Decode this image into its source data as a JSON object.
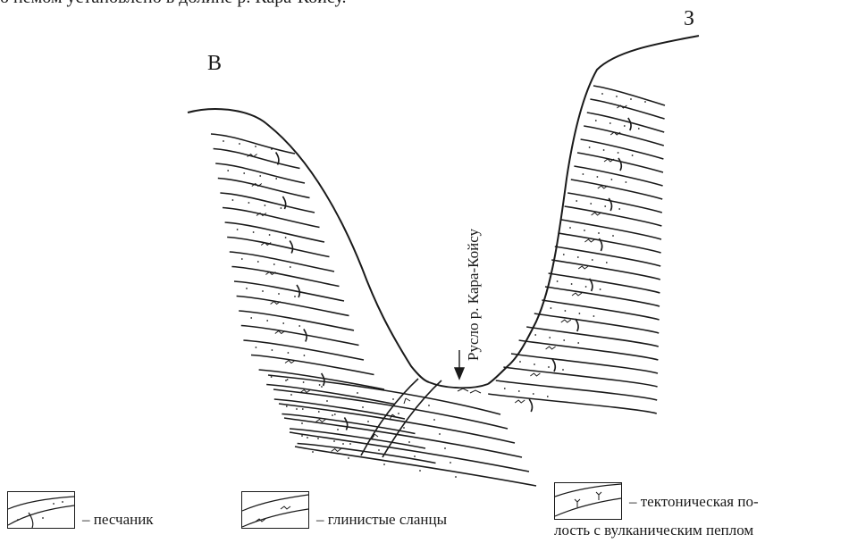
{
  "page": {
    "top_caption": "о немом установлено в долине р. Кара-Койсу."
  },
  "diagram": {
    "direction_left": "В",
    "direction_right": "З",
    "river_label": "Русло р. Кара-Койсу"
  },
  "legend": {
    "items": [
      {
        "label": "– песчаник",
        "pattern": "sandstone-pattern"
      },
      {
        "label": "– глинистые сланцы",
        "pattern": "clay-shale-pattern"
      },
      {
        "label_line1": "– тектоническая по-",
        "label_line2": "лость с вулканическим пеплом",
        "pattern": "volcanic-ash-pattern"
      }
    ]
  },
  "colors": {
    "ink": "#1a1a1a",
    "background": "#ffffff"
  }
}
